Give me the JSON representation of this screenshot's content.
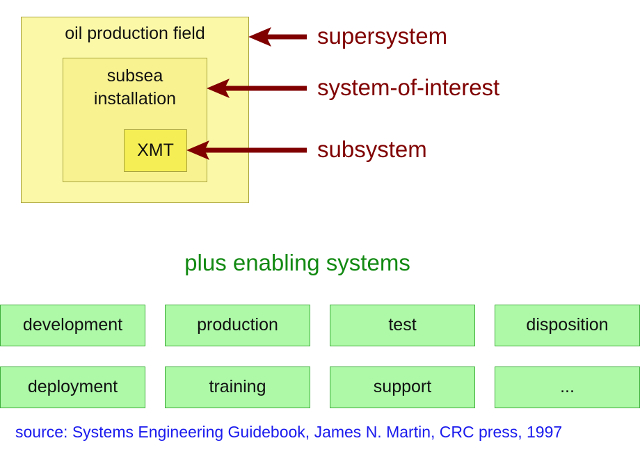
{
  "hierarchy": {
    "supersystem_box": "oil production field",
    "system_of_interest_box": [
      "subsea",
      "installation"
    ],
    "subsystem_box": "XMT"
  },
  "levels": {
    "supersystem": "supersystem",
    "system_of_interest": "system-of-interest",
    "subsystem": "subsystem"
  },
  "enabling": {
    "title": "plus enabling systems",
    "items": [
      "development",
      "production",
      "test",
      "disposition",
      "deployment",
      "training",
      "support",
      "..."
    ]
  },
  "source": "source: Systems Engineering Guidebook, James N. Martin, CRC press, 1997",
  "colors": {
    "arrow": "#800000",
    "level_label": "#800000",
    "enabling_title": "#138a13",
    "enabler_fill": "#adf9a8",
    "source_text": "#1a1aee",
    "supersystem_fill": "#fbf9a8",
    "system_of_interest_fill": "#f8f291",
    "subsystem_fill": "#f5ee55"
  }
}
